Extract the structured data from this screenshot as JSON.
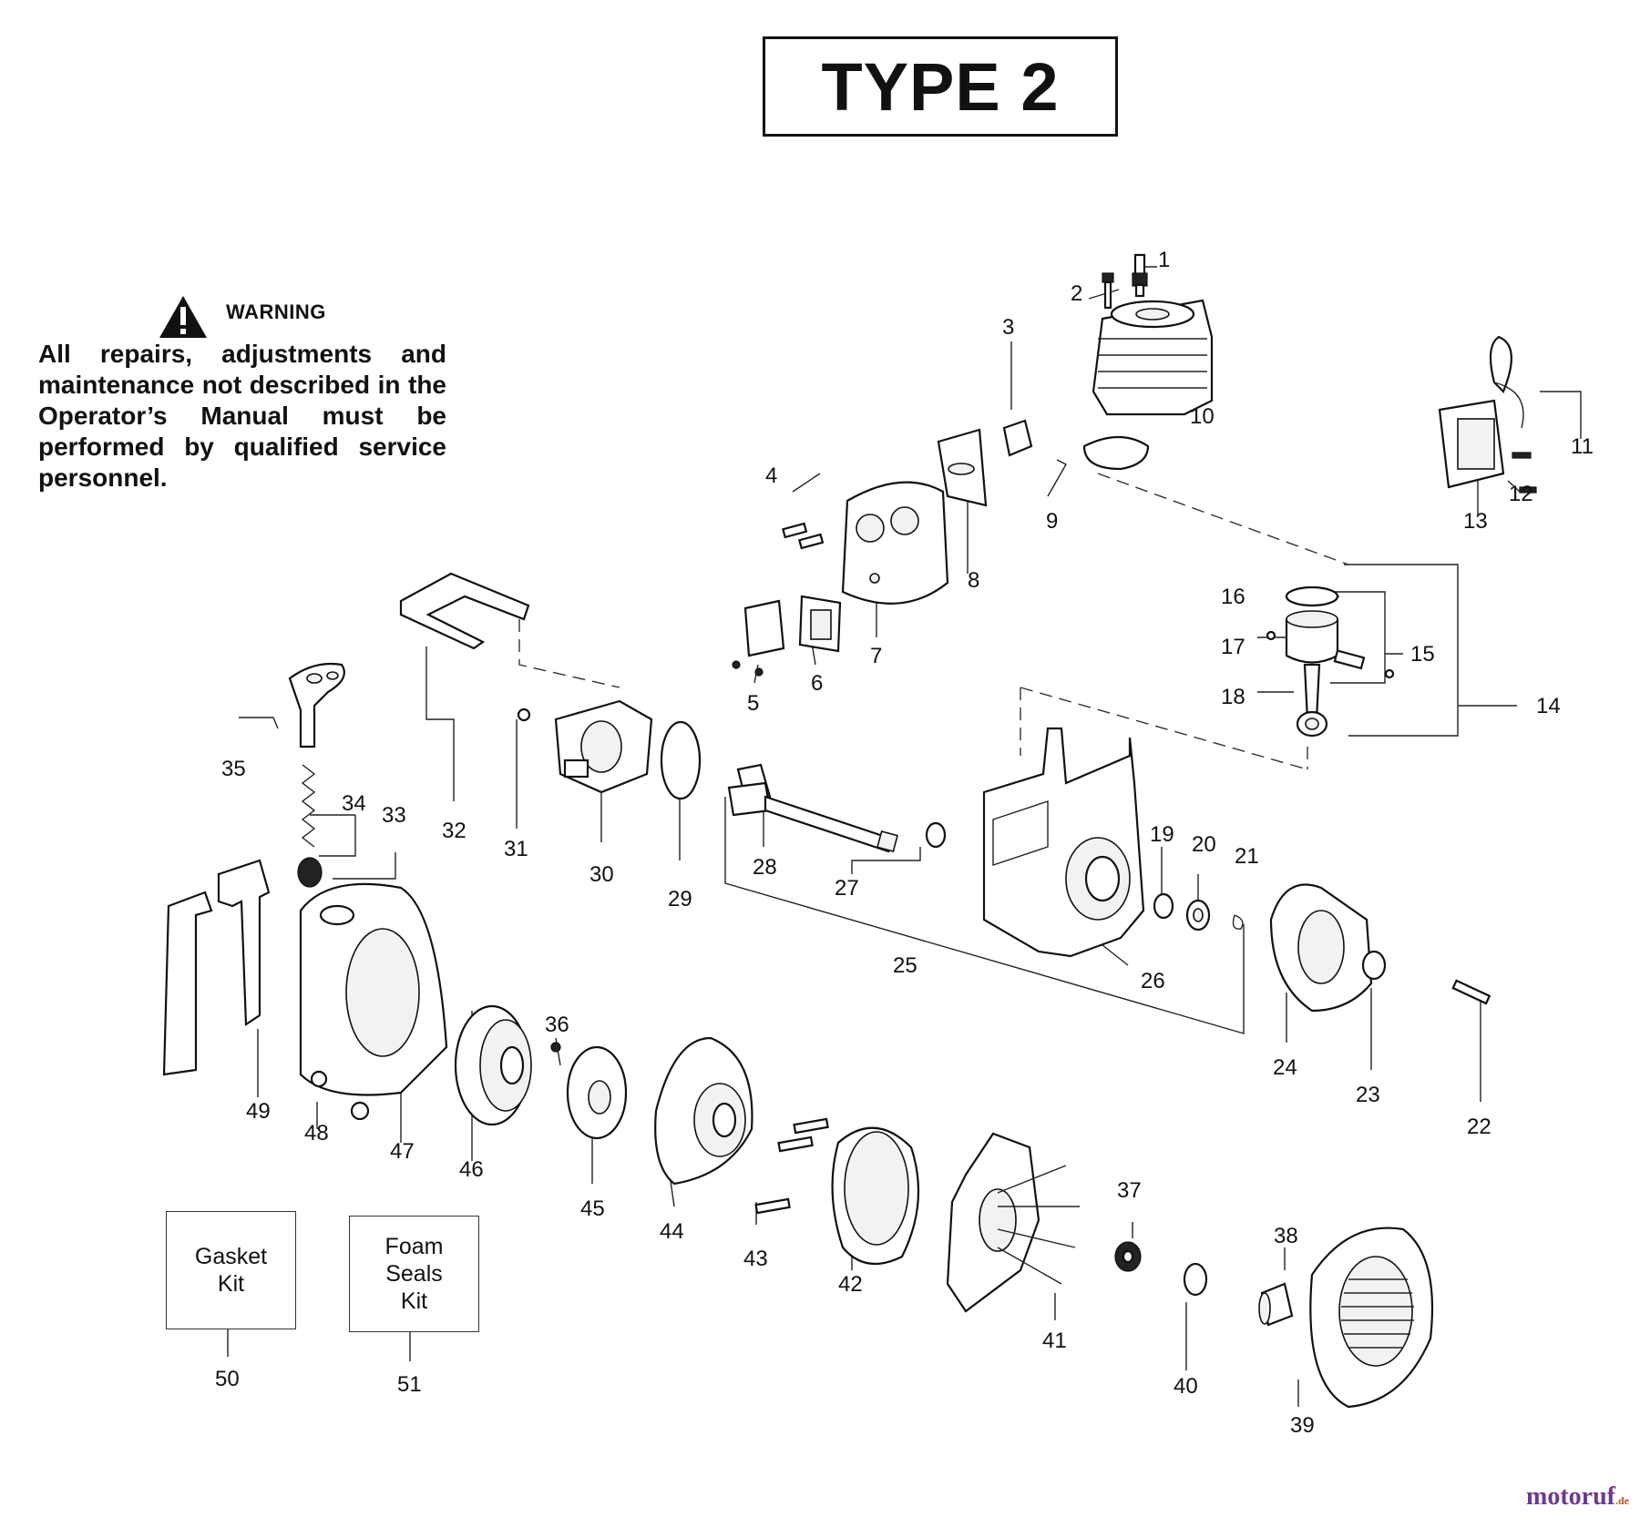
{
  "title": "TYPE 2",
  "warning": {
    "label": "WARNING",
    "text": "All repairs, adjustments and maintenance not described in the Operator’s Manual must be performed by qualified service personnel."
  },
  "kits": [
    {
      "lines": [
        "Gasket",
        "Kit"
      ],
      "number": "50"
    },
    {
      "lines": [
        "Foam",
        "Seals",
        "Kit"
      ],
      "number": "51"
    }
  ],
  "part_numbers": [
    "1",
    "2",
    "3",
    "4",
    "5",
    "6",
    "7",
    "8",
    "9",
    "10",
    "11",
    "12",
    "13",
    "14",
    "15",
    "16",
    "17",
    "18",
    "19",
    "20",
    "21",
    "22",
    "23",
    "24",
    "25",
    "26",
    "27",
    "28",
    "29",
    "30",
    "31",
    "32",
    "33",
    "34",
    "35",
    "36",
    "37",
    "38",
    "39",
    "40",
    "41",
    "42",
    "43",
    "44",
    "45",
    "46",
    "47",
    "48",
    "49"
  ],
  "brand": {
    "name": "motoruf",
    "suffix": ".de"
  }
}
